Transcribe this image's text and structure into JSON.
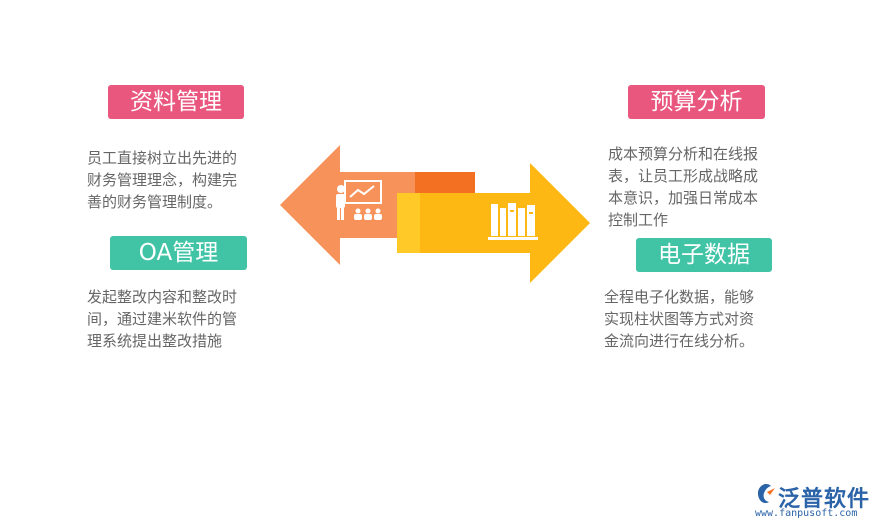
{
  "left": {
    "sections": [
      {
        "title": "资料管理",
        "lines": [
          "员工直接树立出先进的",
          "财务管理理念，构建完",
          "善的财务管理制度。"
        ]
      },
      {
        "title": "OA管理",
        "lines": [
          "发起整改内容和整改时",
          "间，通过建米软件的管",
          "理系统提出整改措施"
        ]
      }
    ]
  },
  "right": {
    "sections": [
      {
        "title": "预算分析",
        "lines": [
          "成本预算分析和在线报",
          "表，让员工形成战略成",
          "本意识，加强日常成本",
          "控制工作"
        ]
      },
      {
        "title": "电子数据",
        "lines": [
          "全程电子化数据，能够",
          "实现柱状图等方式对资",
          "金流向进行在线分析。"
        ]
      }
    ]
  },
  "arrows": {
    "left_icon": "teacher-presentation-icon",
    "right_icon": "books-icon",
    "colors": {
      "left_arrow": "#f7935a",
      "left_arrow_shadow": "#f36f21",
      "right_arrow": "#fdb813",
      "right_arrow_light": "#ffc928"
    }
  },
  "logo": {
    "name": "泛普软件",
    "url": "www.fanpusoft.com"
  },
  "colors": {
    "pink_pill": "#e9567e",
    "teal_pill": "#40c4a5",
    "body_text": "#666666"
  }
}
